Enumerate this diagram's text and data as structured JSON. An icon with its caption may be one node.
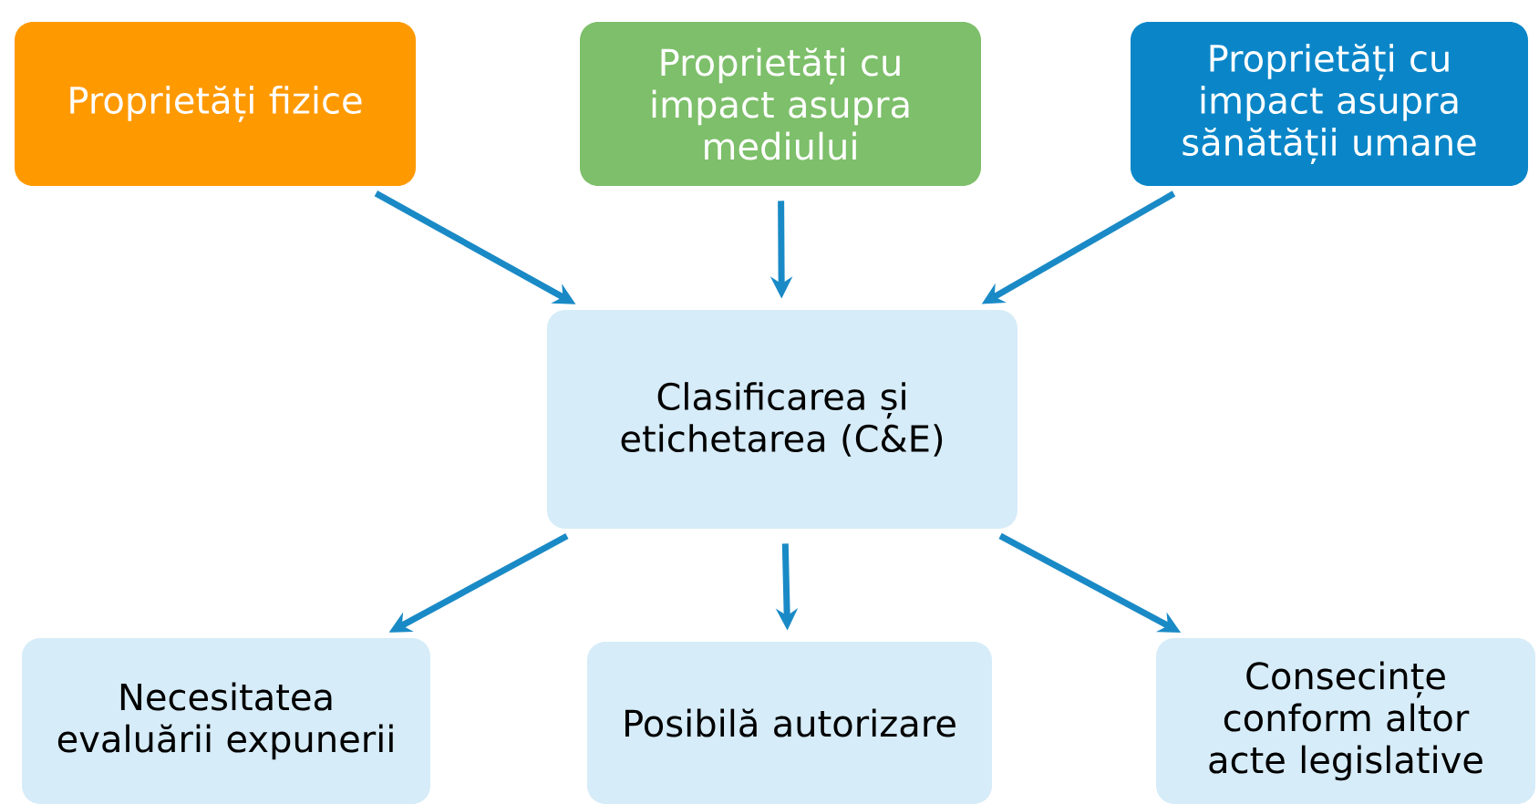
{
  "diagram": {
    "nodes": [
      {
        "text": [
          "Proprietăți fizice"
        ]
      },
      {
        "text": [
          "Proprietăți cu impact asupra mediului"
        ]
      },
      {
        "text": [
          "Proprietăți cu impact asupra sănătății umane"
        ]
      },
      {
        "text": [
          "Clasificarea și etichetarea (C&E)"
        ]
      },
      {
        "text": [
          "Necesitatea evaluării expunerii"
        ]
      },
      {
        "text": [
          "Posibilă autorizare"
        ]
      },
      {
        "text": [
          "Consecințe conform altor acte legislative"
        ]
      }
    ],
    "edges": [
      {
        "from": 0,
        "to": 3,
        "arrow": "to"
      },
      {
        "from": 1,
        "to": 3,
        "arrow": "to"
      },
      {
        "from": 2,
        "to": 3,
        "arrow": "to"
      },
      {
        "from": 3,
        "to": 4,
        "arrow": "to"
      },
      {
        "from": 3,
        "to": 5,
        "arrow": "to"
      },
      {
        "from": 3,
        "to": 6,
        "arrow": "to"
      }
    ]
  }
}
